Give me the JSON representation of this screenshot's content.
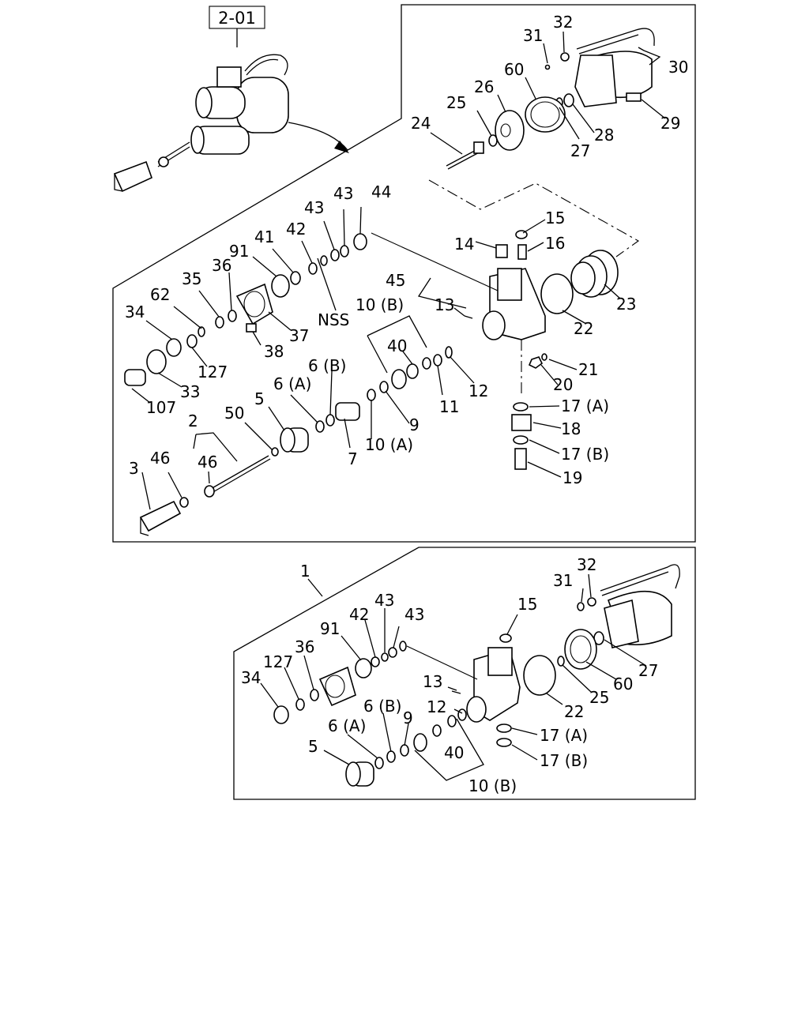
{
  "reference_box": "2-01",
  "upper_panel": {
    "callouts": [
      {
        "id": "c24",
        "text": "24"
      },
      {
        "id": "c25",
        "text": "25"
      },
      {
        "id": "c26",
        "text": "26"
      },
      {
        "id": "c60",
        "text": "60"
      },
      {
        "id": "c31",
        "text": "31"
      },
      {
        "id": "c32",
        "text": "32"
      },
      {
        "id": "c30",
        "text": "30"
      },
      {
        "id": "c29",
        "text": "29"
      },
      {
        "id": "c28",
        "text": "28"
      },
      {
        "id": "c27",
        "text": "27"
      },
      {
        "id": "c15",
        "text": "15"
      },
      {
        "id": "c14",
        "text": "14"
      },
      {
        "id": "c16",
        "text": "16"
      },
      {
        "id": "c23",
        "text": "23"
      },
      {
        "id": "c22",
        "text": "22"
      },
      {
        "id": "c44",
        "text": "44"
      },
      {
        "id": "c43a",
        "text": "43"
      },
      {
        "id": "c43b",
        "text": "43"
      },
      {
        "id": "c42",
        "text": "42"
      },
      {
        "id": "c41",
        "text": "41"
      },
      {
        "id": "c91",
        "text": "91"
      },
      {
        "id": "c36",
        "text": "36"
      },
      {
        "id": "c35",
        "text": "35"
      },
      {
        "id": "c62",
        "text": "62"
      },
      {
        "id": "c34",
        "text": "34"
      },
      {
        "id": "cNSS",
        "text": "NSS"
      },
      {
        "id": "c37",
        "text": "37"
      },
      {
        "id": "c38",
        "text": "38"
      },
      {
        "id": "c127",
        "text": "127"
      },
      {
        "id": "c33",
        "text": "33"
      },
      {
        "id": "c107",
        "text": "107"
      },
      {
        "id": "c45",
        "text": "45"
      },
      {
        "id": "c13",
        "text": "13"
      },
      {
        "id": "c10B",
        "text": "10 (B)"
      },
      {
        "id": "c40",
        "text": "40"
      },
      {
        "id": "c6B",
        "text": "6 (B)"
      },
      {
        "id": "c6A",
        "text": "6 (A)"
      },
      {
        "id": "c5",
        "text": "5"
      },
      {
        "id": "c50",
        "text": "50"
      },
      {
        "id": "c2",
        "text": "2"
      },
      {
        "id": "c7",
        "text": "7"
      },
      {
        "id": "c9",
        "text": "9"
      },
      {
        "id": "c10A",
        "text": "10 (A)"
      },
      {
        "id": "c11",
        "text": "11"
      },
      {
        "id": "c12",
        "text": "12"
      },
      {
        "id": "c21",
        "text": "21"
      },
      {
        "id": "c20",
        "text": "20"
      },
      {
        "id": "c17A",
        "text": "17 (A)"
      },
      {
        "id": "c18",
        "text": "18"
      },
      {
        "id": "c17B",
        "text": "17 (B)"
      },
      {
        "id": "c19",
        "text": "19"
      },
      {
        "id": "c46a",
        "text": "46"
      },
      {
        "id": "c46b",
        "text": "46"
      },
      {
        "id": "c3",
        "text": "3"
      }
    ]
  },
  "lower_panel": {
    "callouts": [
      {
        "id": "d1",
        "text": "1"
      },
      {
        "id": "d31",
        "text": "31"
      },
      {
        "id": "d32",
        "text": "32"
      },
      {
        "id": "d15",
        "text": "15"
      },
      {
        "id": "d43a",
        "text": "43"
      },
      {
        "id": "d43b",
        "text": "43"
      },
      {
        "id": "d42",
        "text": "42"
      },
      {
        "id": "d91",
        "text": "91"
      },
      {
        "id": "d36",
        "text": "36"
      },
      {
        "id": "d127",
        "text": "127"
      },
      {
        "id": "d34",
        "text": "34"
      },
      {
        "id": "d27",
        "text": "27"
      },
      {
        "id": "d60",
        "text": "60"
      },
      {
        "id": "d25",
        "text": "25"
      },
      {
        "id": "d22",
        "text": "22"
      },
      {
        "id": "d13",
        "text": "13"
      },
      {
        "id": "d12",
        "text": "12"
      },
      {
        "id": "d9",
        "text": "9"
      },
      {
        "id": "d6B",
        "text": "6 (B)"
      },
      {
        "id": "d6A",
        "text": "6 (A)"
      },
      {
        "id": "d40",
        "text": "40"
      },
      {
        "id": "d5",
        "text": "5"
      },
      {
        "id": "d10B",
        "text": "10 (B)"
      },
      {
        "id": "d17A",
        "text": "17 (A)"
      },
      {
        "id": "d17B",
        "text": "17 (B)"
      }
    ]
  }
}
